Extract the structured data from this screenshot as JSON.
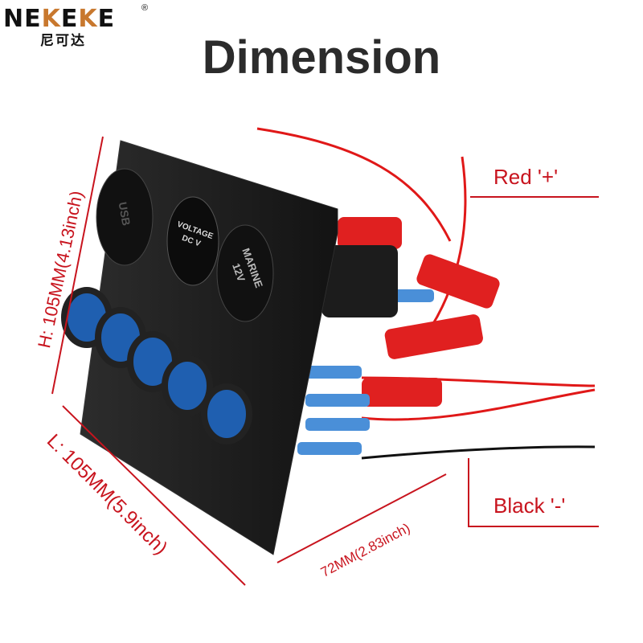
{
  "brand": {
    "name_parts": [
      "NE",
      "K",
      "E",
      "K",
      "E"
    ],
    "registered": "®",
    "chinese": "尼可达",
    "accent_color": "#c8782e"
  },
  "title": "Dimension",
  "labels": {
    "positive": "Red '+'",
    "negative": "Black '-'",
    "height": "H: 105MM(4.13inch)",
    "length": "L: 105MM(5.9inch)",
    "depth": "72MM(2.83inch)"
  },
  "product": {
    "switch_count": 5,
    "sockets": [
      "USB",
      "VOLTAGE DC V",
      "MARINE 12V"
    ],
    "switch_color": "#1f5fb0",
    "wire_color": "#e01818"
  },
  "colors": {
    "dimension_line": "#c8141e",
    "title": "#2b2b2b"
  }
}
